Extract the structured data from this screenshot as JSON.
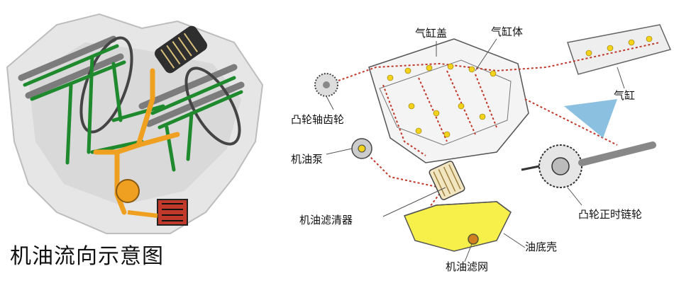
{
  "title": "机油流向示意图",
  "labels": {
    "cylinder_head_cover": "气缸盖",
    "cylinder_block": "气缸体",
    "cylinder": "气缸",
    "camshaft_gear": "凸轮轴齿轮",
    "oil_pump": "机油泵",
    "oil_filter": "机油滤清器",
    "oil_pan": "油底壳",
    "oil_strainer": "机油滤网",
    "cam_timing_sprocket": "凸轮正时链轮"
  },
  "colors": {
    "oil_path_left": "#1e8a2d",
    "oil_path_main": "#f0a020",
    "oil_dots": "#f2d21a",
    "oil_pan_oil": "#f7ef4a",
    "leader_line": "#555555"
  }
}
